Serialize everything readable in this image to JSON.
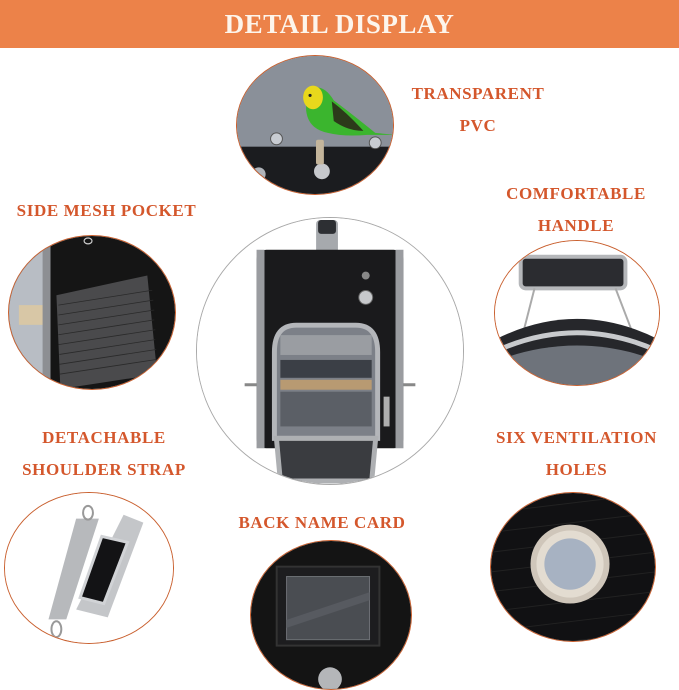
{
  "banner": {
    "title": "DETAIL DISPLAY",
    "color": "#ec8249"
  },
  "features": [
    {
      "id": "transparent-pvc",
      "lines": [
        "TRANSPARENT",
        "PVC"
      ],
      "image": "parakeet-on-perch-behind-clear-window"
    },
    {
      "id": "side-mesh-pocket",
      "lines": [
        "SIDE MESH POCKET"
      ],
      "image": "black-side-mesh-pocket"
    },
    {
      "id": "comfortable-handle",
      "lines": [
        "COMFORTABLE",
        "HANDLE"
      ],
      "image": "padded-top-handle"
    },
    {
      "id": "detachable-shoulder-strap",
      "lines": [
        "DETACHABLE",
        "SHOULDER STRAP"
      ],
      "image": "gray-shoulder-strap-with-pad"
    },
    {
      "id": "back-name-card",
      "lines": [
        "BACK NAME CARD"
      ],
      "image": "clear-name-card-pocket"
    },
    {
      "id": "six-ventilation-holes",
      "lines": [
        "SIX VENTILATION",
        "HOLES"
      ],
      "image": "metal-grommet-vent"
    }
  ],
  "center_product": {
    "image": "black-bird-carrier-backpack-front-view"
  },
  "colors": {
    "label_text": "#d4572c",
    "circle_border": "#c9602f"
  }
}
